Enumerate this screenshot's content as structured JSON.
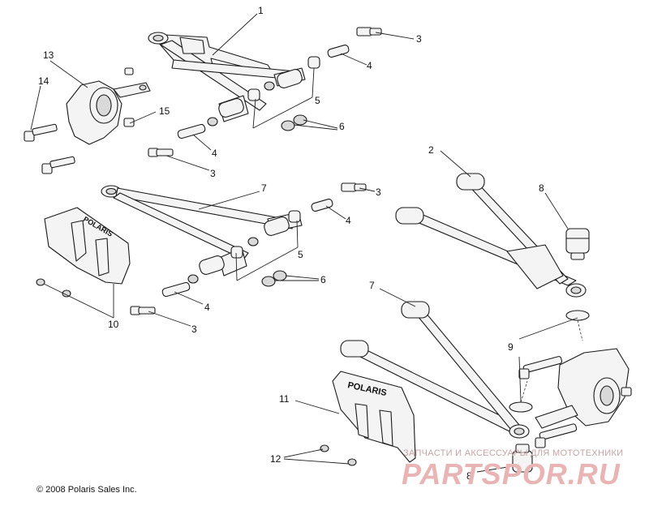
{
  "callouts": [
    {
      "n": "1"
    },
    {
      "n": "2"
    },
    {
      "n": "3"
    },
    {
      "n": "4"
    },
    {
      "n": "5"
    },
    {
      "n": "6"
    },
    {
      "n": "7"
    },
    {
      "n": "8"
    },
    {
      "n": "9"
    },
    {
      "n": "10"
    },
    {
      "n": "11"
    },
    {
      "n": "12"
    },
    {
      "n": "13"
    },
    {
      "n": "14"
    },
    {
      "n": "15"
    }
  ],
  "guard_brand": "POLARIS",
  "copyright": "© 2008 Polaris Sales Inc.",
  "watermark": {
    "tagline": "ЗАПЧАСТИ И АКСЕССУАРЫ ДЛЯ МОТОТЕХНИКИ",
    "logo": "PARTSPOR.RU",
    "color": "#e8b4b4"
  }
}
